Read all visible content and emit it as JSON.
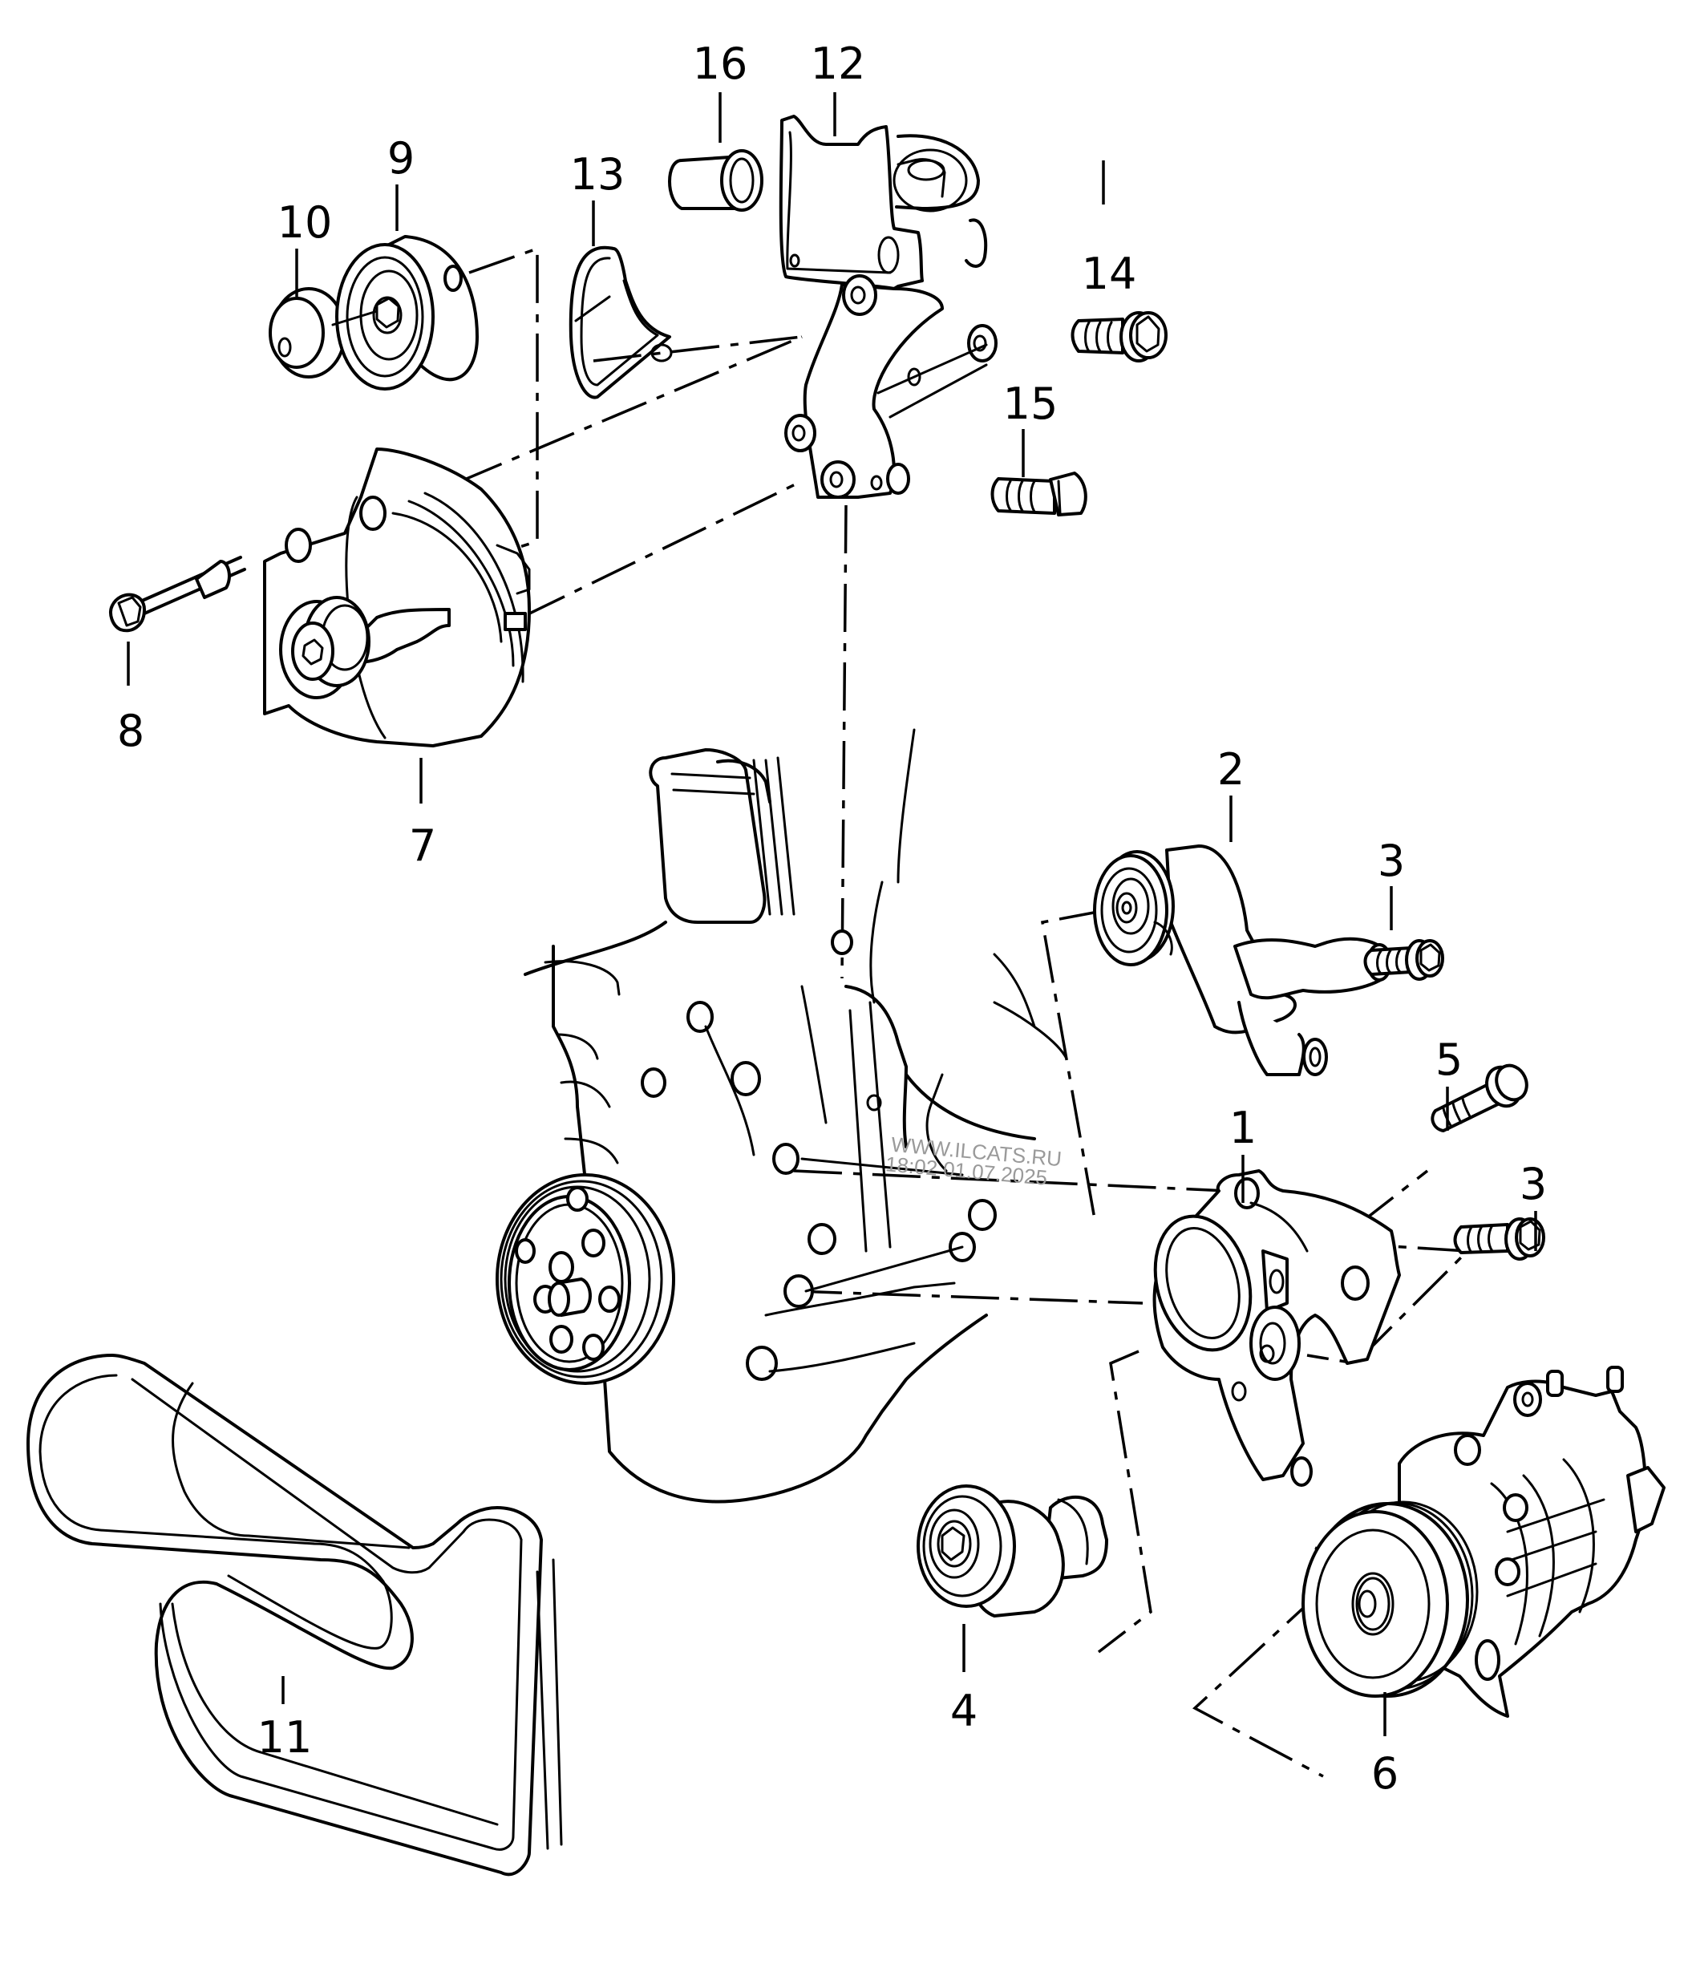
{
  "diagram": {
    "type": "exploded parts diagram",
    "subject": "Engine accessory belt drive: alternator, A/C compressor, tensioners and brackets",
    "callouts": [
      {
        "id": "1",
        "part": "bracket"
      },
      {
        "id": "2",
        "part": "tensioner-with-pulley"
      },
      {
        "id": "3",
        "part": "bolt"
      },
      {
        "id": "4",
        "part": "tensioner-pulley"
      },
      {
        "id": "5",
        "part": "bolt"
      },
      {
        "id": "6",
        "part": "ac-compressor"
      },
      {
        "id": "7",
        "part": "alternator"
      },
      {
        "id": "8",
        "part": "bolt"
      },
      {
        "id": "9",
        "part": "idler-pulley"
      },
      {
        "id": "10",
        "part": "cap"
      },
      {
        "id": "11",
        "part": "poly-v-belt"
      },
      {
        "id": "12",
        "part": "oil-filter-bracket"
      },
      {
        "id": "13",
        "part": "gasket"
      },
      {
        "id": "14",
        "part": "bolt"
      },
      {
        "id": "15",
        "part": "bolt"
      },
      {
        "id": "16",
        "part": "sleeve"
      }
    ],
    "labels": {
      "c1": "1",
      "c2": "2",
      "c3a": "3",
      "c3b": "3",
      "c4": "4",
      "c5": "5",
      "c6": "6",
      "c7": "7",
      "c8": "8",
      "c9": "9",
      "c10": "10",
      "c11": "11",
      "c12": "12",
      "c13": "13",
      "c14": "14",
      "c15": "15",
      "c16": "16"
    }
  },
  "watermark": {
    "line1": "WWW.ILCATS.RU",
    "line2": "18:02 01.07.2025"
  }
}
